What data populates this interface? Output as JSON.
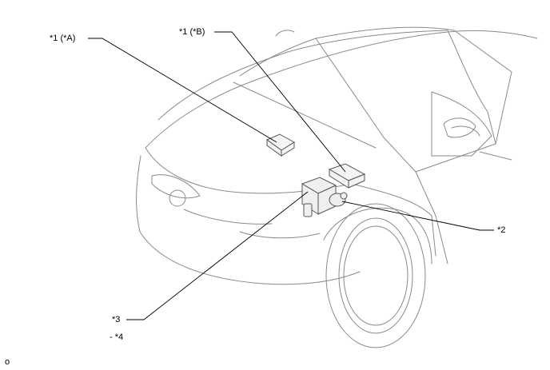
{
  "callouts": {
    "ecm_a": "*1 (*A)",
    "ecm_b": "*1 (*B)",
    "part_2": "*2",
    "part_3": "*3",
    "part_4": "- *4"
  },
  "corner_mark": "o",
  "colors": {
    "line": "#7a7a7a",
    "leader": "#000000",
    "background": "#ffffff"
  }
}
